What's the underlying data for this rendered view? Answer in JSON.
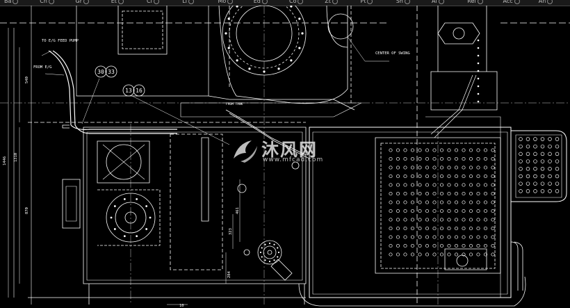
{
  "toolbar": {
    "items": [
      "Ba",
      "Cn",
      "Gr",
      "Et",
      "Cl",
      "Li",
      "Mo",
      "Ed",
      "Co",
      "Zt",
      "Pt",
      "Sh",
      "Al",
      "Rel",
      "Acc",
      "An"
    ]
  },
  "drawing": {
    "labels": {
      "feed_pump": "TO E/G FEED PUMP",
      "from_eg": "FROM E/G",
      "from_tank": "FROM TANK",
      "center_of_swing": "CENTER OF SWING",
      "callout_a1": "30",
      "callout_a2": "33",
      "callout_b1": "13",
      "callout_b2": "16"
    },
    "dimensions": {
      "d_540": "540",
      "d_1446": "1446",
      "d_1310": "1310",
      "d_870": "870",
      "d_461": "461",
      "d_323": "323",
      "d_284": "284",
      "d_10": "10"
    }
  },
  "watermark": {
    "cn": "沐风网",
    "url": "www.mfcad.com"
  },
  "colors": {
    "background": "#000000",
    "line": "#ffffff",
    "toolbar": "#1a1a1a"
  }
}
